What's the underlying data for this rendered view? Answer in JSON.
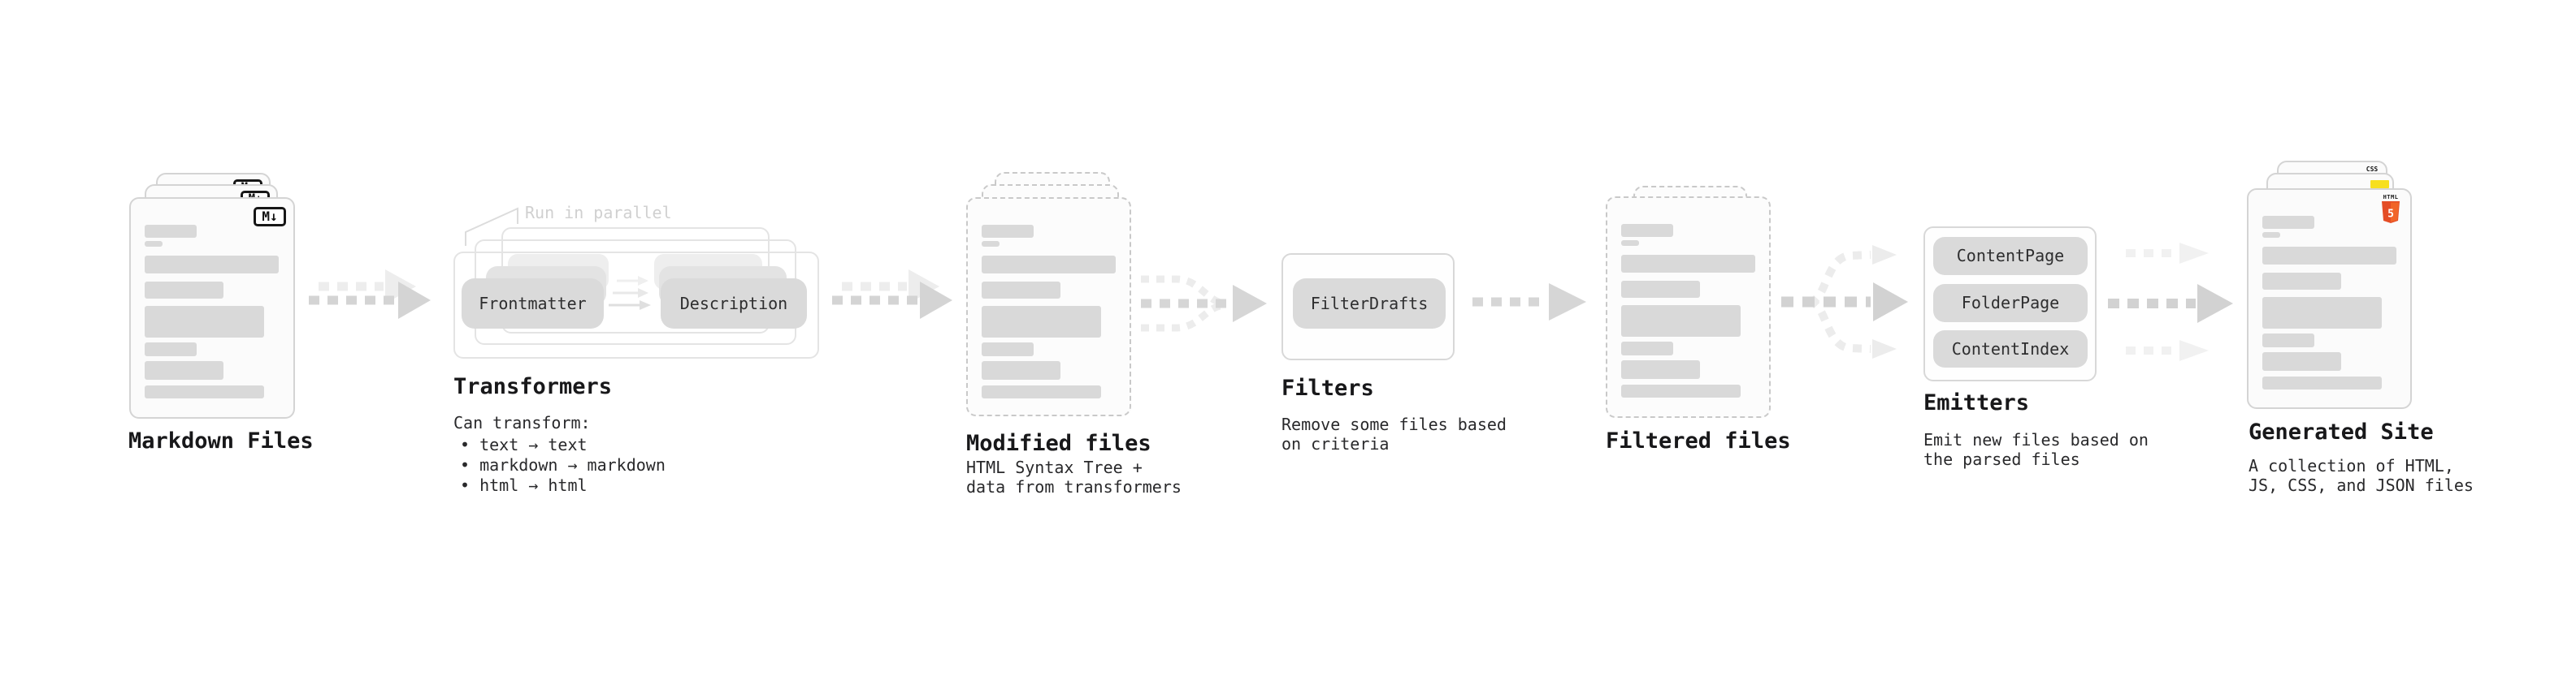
{
  "stages": {
    "markdown": {
      "label": "Markdown Files",
      "badge": "M↓"
    },
    "transformers": {
      "label": "Transformers",
      "note": "Run in parallel",
      "chip_frontmatter": "Frontmatter",
      "chip_description": "Description",
      "caption_title": "Can transform:",
      "bullet_1": "• text → text",
      "bullet_2": "• markdown → markdown",
      "bullet_3": "• html → html"
    },
    "modified": {
      "label": "Modified files",
      "caption_1": "HTML Syntax Tree +",
      "caption_2": "data from transformers"
    },
    "filters": {
      "label": "Filters",
      "chip": "FilterDrafts",
      "caption_1": "Remove some files based",
      "caption_2": "on criteria"
    },
    "filtered": {
      "label": "Filtered files"
    },
    "emitters": {
      "label": "Emitters",
      "chip_1": "ContentPage",
      "chip_2": "FolderPage",
      "chip_3": "ContentIndex",
      "caption_1": "Emit new files based on",
      "caption_2": "the parsed files"
    },
    "generated": {
      "label": "Generated Site",
      "caption_1": "A collection of HTML,",
      "caption_2": "JS, CSS, and JSON files",
      "badge_css": "CSS",
      "badge_html_label": "HTML",
      "badge_html_digit": "5"
    }
  },
  "doc_bars": [
    [
      32,
      64,
      16
    ],
    [
      52,
      22,
      7
    ],
    [
      70,
      165,
      22
    ],
    [
      102,
      97,
      21
    ],
    [
      132,
      147,
      39
    ],
    [
      177,
      64,
      17
    ],
    [
      200,
      97,
      23
    ],
    [
      230,
      147,
      16
    ]
  ],
  "colors": {
    "html5_orange": "#e44d26",
    "html5_orange_light": "#f16529",
    "css_blue": "#2965f1",
    "js_yellow": "#f7df1e",
    "arrow_gray": "#d4d4d4",
    "text_primary": "#1a1a1b"
  }
}
